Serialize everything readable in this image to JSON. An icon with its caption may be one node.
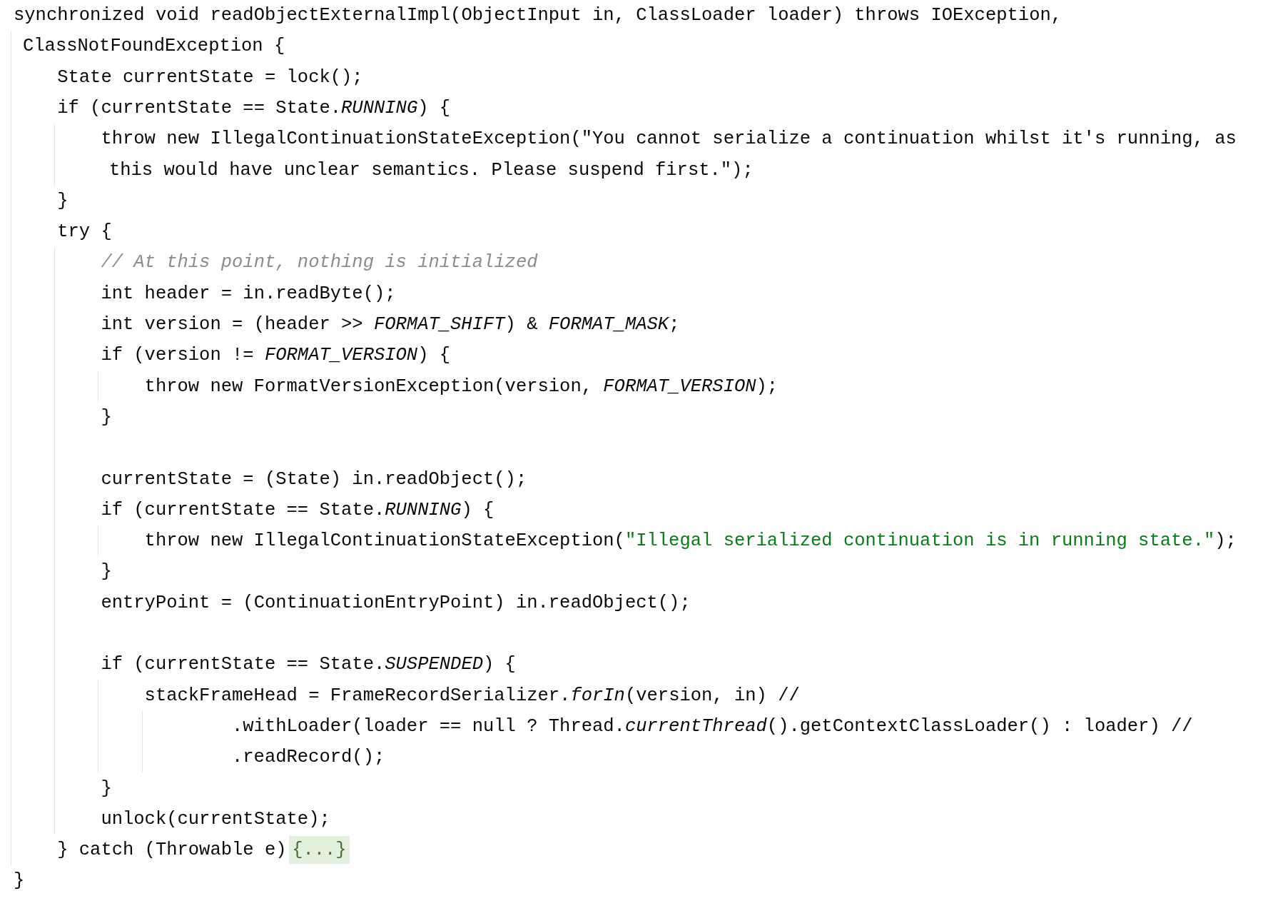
{
  "diagram": {
    "labels": [
      "synchronized void readObjectExternalImpl(ObjectInput in, ClassLoader loader) throws IOException,",
      "ClassNotFoundException {",
      "State currentState = lock();",
      "if (currentState == State.*RUNNING*) {",
      "throw new IllegalContinuationStateException(\"You cannot serialize a continuation whilst it's running, as",
      "this would have unclear semantics. Please suspend first.\");",
      "}",
      "try {",
      "// At this point, nothing is initialized",
      "int header = in.readByte();",
      "int version = (header >> *FORMAT_SHIFT*) & *FORMAT_MASK*;",
      "if (version != *FORMAT_VERSION*) {",
      "throw new FormatVersionException(version, *FORMAT_VERSION*);",
      "}",
      "currentState = (State) in.readObject();",
      "if (currentState == State.*RUNNING*) {",
      "throw new IllegalContinuationStateException(\"Illegal serialized continuation is in running state.\");",
      "}",
      "entryPoint = (ContinuationEntryPoint) in.readObject();",
      "if (currentState == State.*SUSPENDED*) {",
      "stackFrameHead = FrameRecordSerializer.*forIn*(version, in) //",
      ".withLoader(loader == null ? Thread.*currentThread*().getContextClassLoader() : loader) //",
      ".readRecord();",
      "}",
      "unlock(currentState);",
      "} catch (Throwable e)",
      "{...}",
      "}"
    ]
  }
}
